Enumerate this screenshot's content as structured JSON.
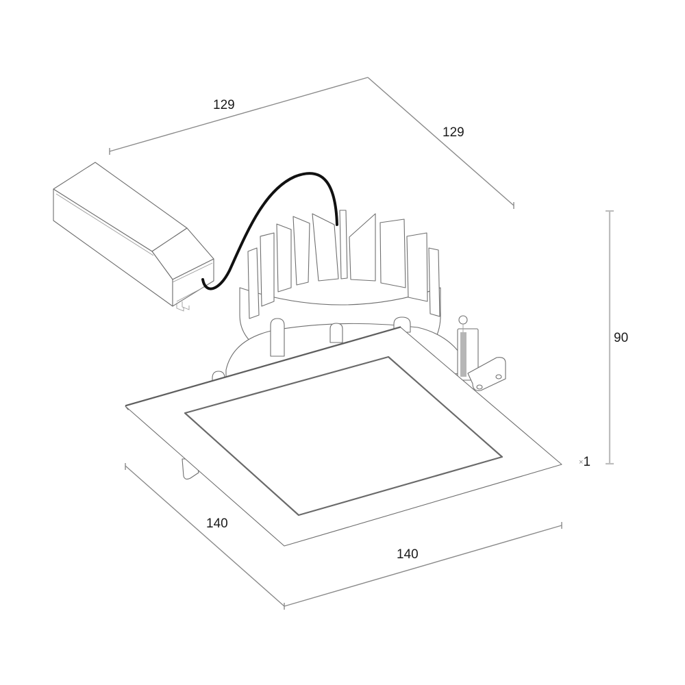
{
  "drawing": {
    "subject": "square recessed LED downlight with remote driver",
    "line_color": "#6e6e6e",
    "cable_color": "#111111",
    "background": "#ffffff"
  },
  "dimensions": {
    "heatsink_width": "129",
    "heatsink_depth": "129",
    "height": "90",
    "trim_thickness": "1",
    "trim_thickness_prefix": "×",
    "plate_depth": "140",
    "plate_width": "140"
  },
  "components": [
    {
      "name": "LED driver box",
      "position": "upper-left"
    },
    {
      "name": "power cable",
      "position": "driver to heatsink"
    },
    {
      "name": "finned heatsink",
      "position": "center-top"
    },
    {
      "name": "spring clip",
      "position": "right"
    },
    {
      "name": "square trim plate",
      "position": "center-bottom"
    },
    {
      "name": "diffuser panel",
      "position": "inside trim plate"
    }
  ]
}
